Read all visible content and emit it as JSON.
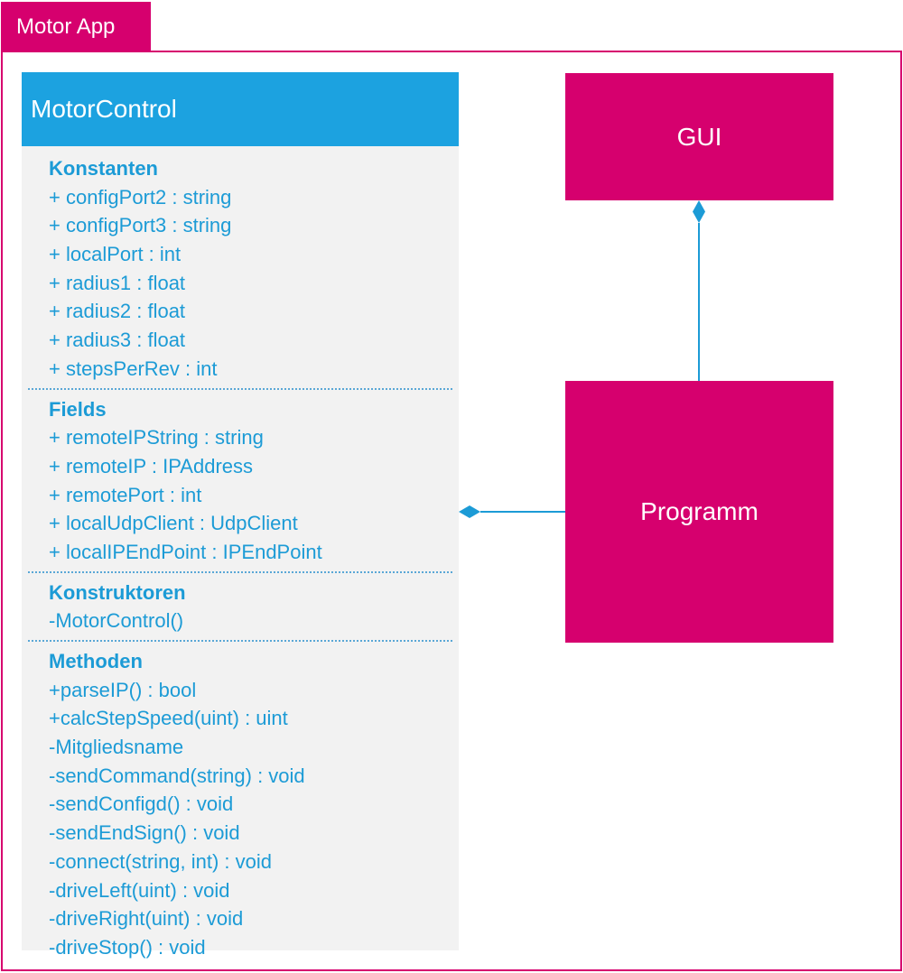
{
  "package": {
    "title": "Motor App"
  },
  "colors": {
    "accent_pink": "#d6006e",
    "class_blue": "#1ca2e0",
    "text_blue": "#1c9bd6",
    "body_gray": "#f2f2f2"
  },
  "classes": {
    "motor_control": {
      "name": "MotorControl",
      "sections": [
        {
          "title": "Konstanten",
          "members": [
            "+ configPort2 : string",
            "+ configPort3 : string",
            "+ localPort : int",
            "+ radius1 : float",
            "+ radius2 : float",
            "+ radius3 : float",
            "+ stepsPerRev : int"
          ]
        },
        {
          "title": "Fields",
          "members": [
            "+ remoteIPString : string",
            "+ remoteIP : IPAddress",
            "+ remotePort : int",
            "+ localUdpClient : UdpClient",
            "+ localIPEndPoint : IPEndPoint"
          ]
        },
        {
          "title": "Konstruktoren",
          "members": [
            "-MotorControl()"
          ]
        },
        {
          "title": "Methoden",
          "members": [
            "+parseIP() : bool",
            "+calcStepSpeed(uint) : uint",
            "-Mitgliedsname",
            "-sendCommand(string) : void",
            "-sendConfigd() : void",
            "-sendEndSign() : void",
            "-connect(string, int) : void",
            "-driveLeft(uint) : void",
            "-driveRight(uint) : void",
            "-driveStop() : void"
          ]
        }
      ]
    },
    "gui": {
      "name": "GUI"
    },
    "programm": {
      "name": "Programm"
    }
  },
  "relations": [
    {
      "type": "composition",
      "whole": "GUI",
      "part": "Programm"
    },
    {
      "type": "composition",
      "whole": "MotorControl",
      "part": "Programm"
    }
  ]
}
